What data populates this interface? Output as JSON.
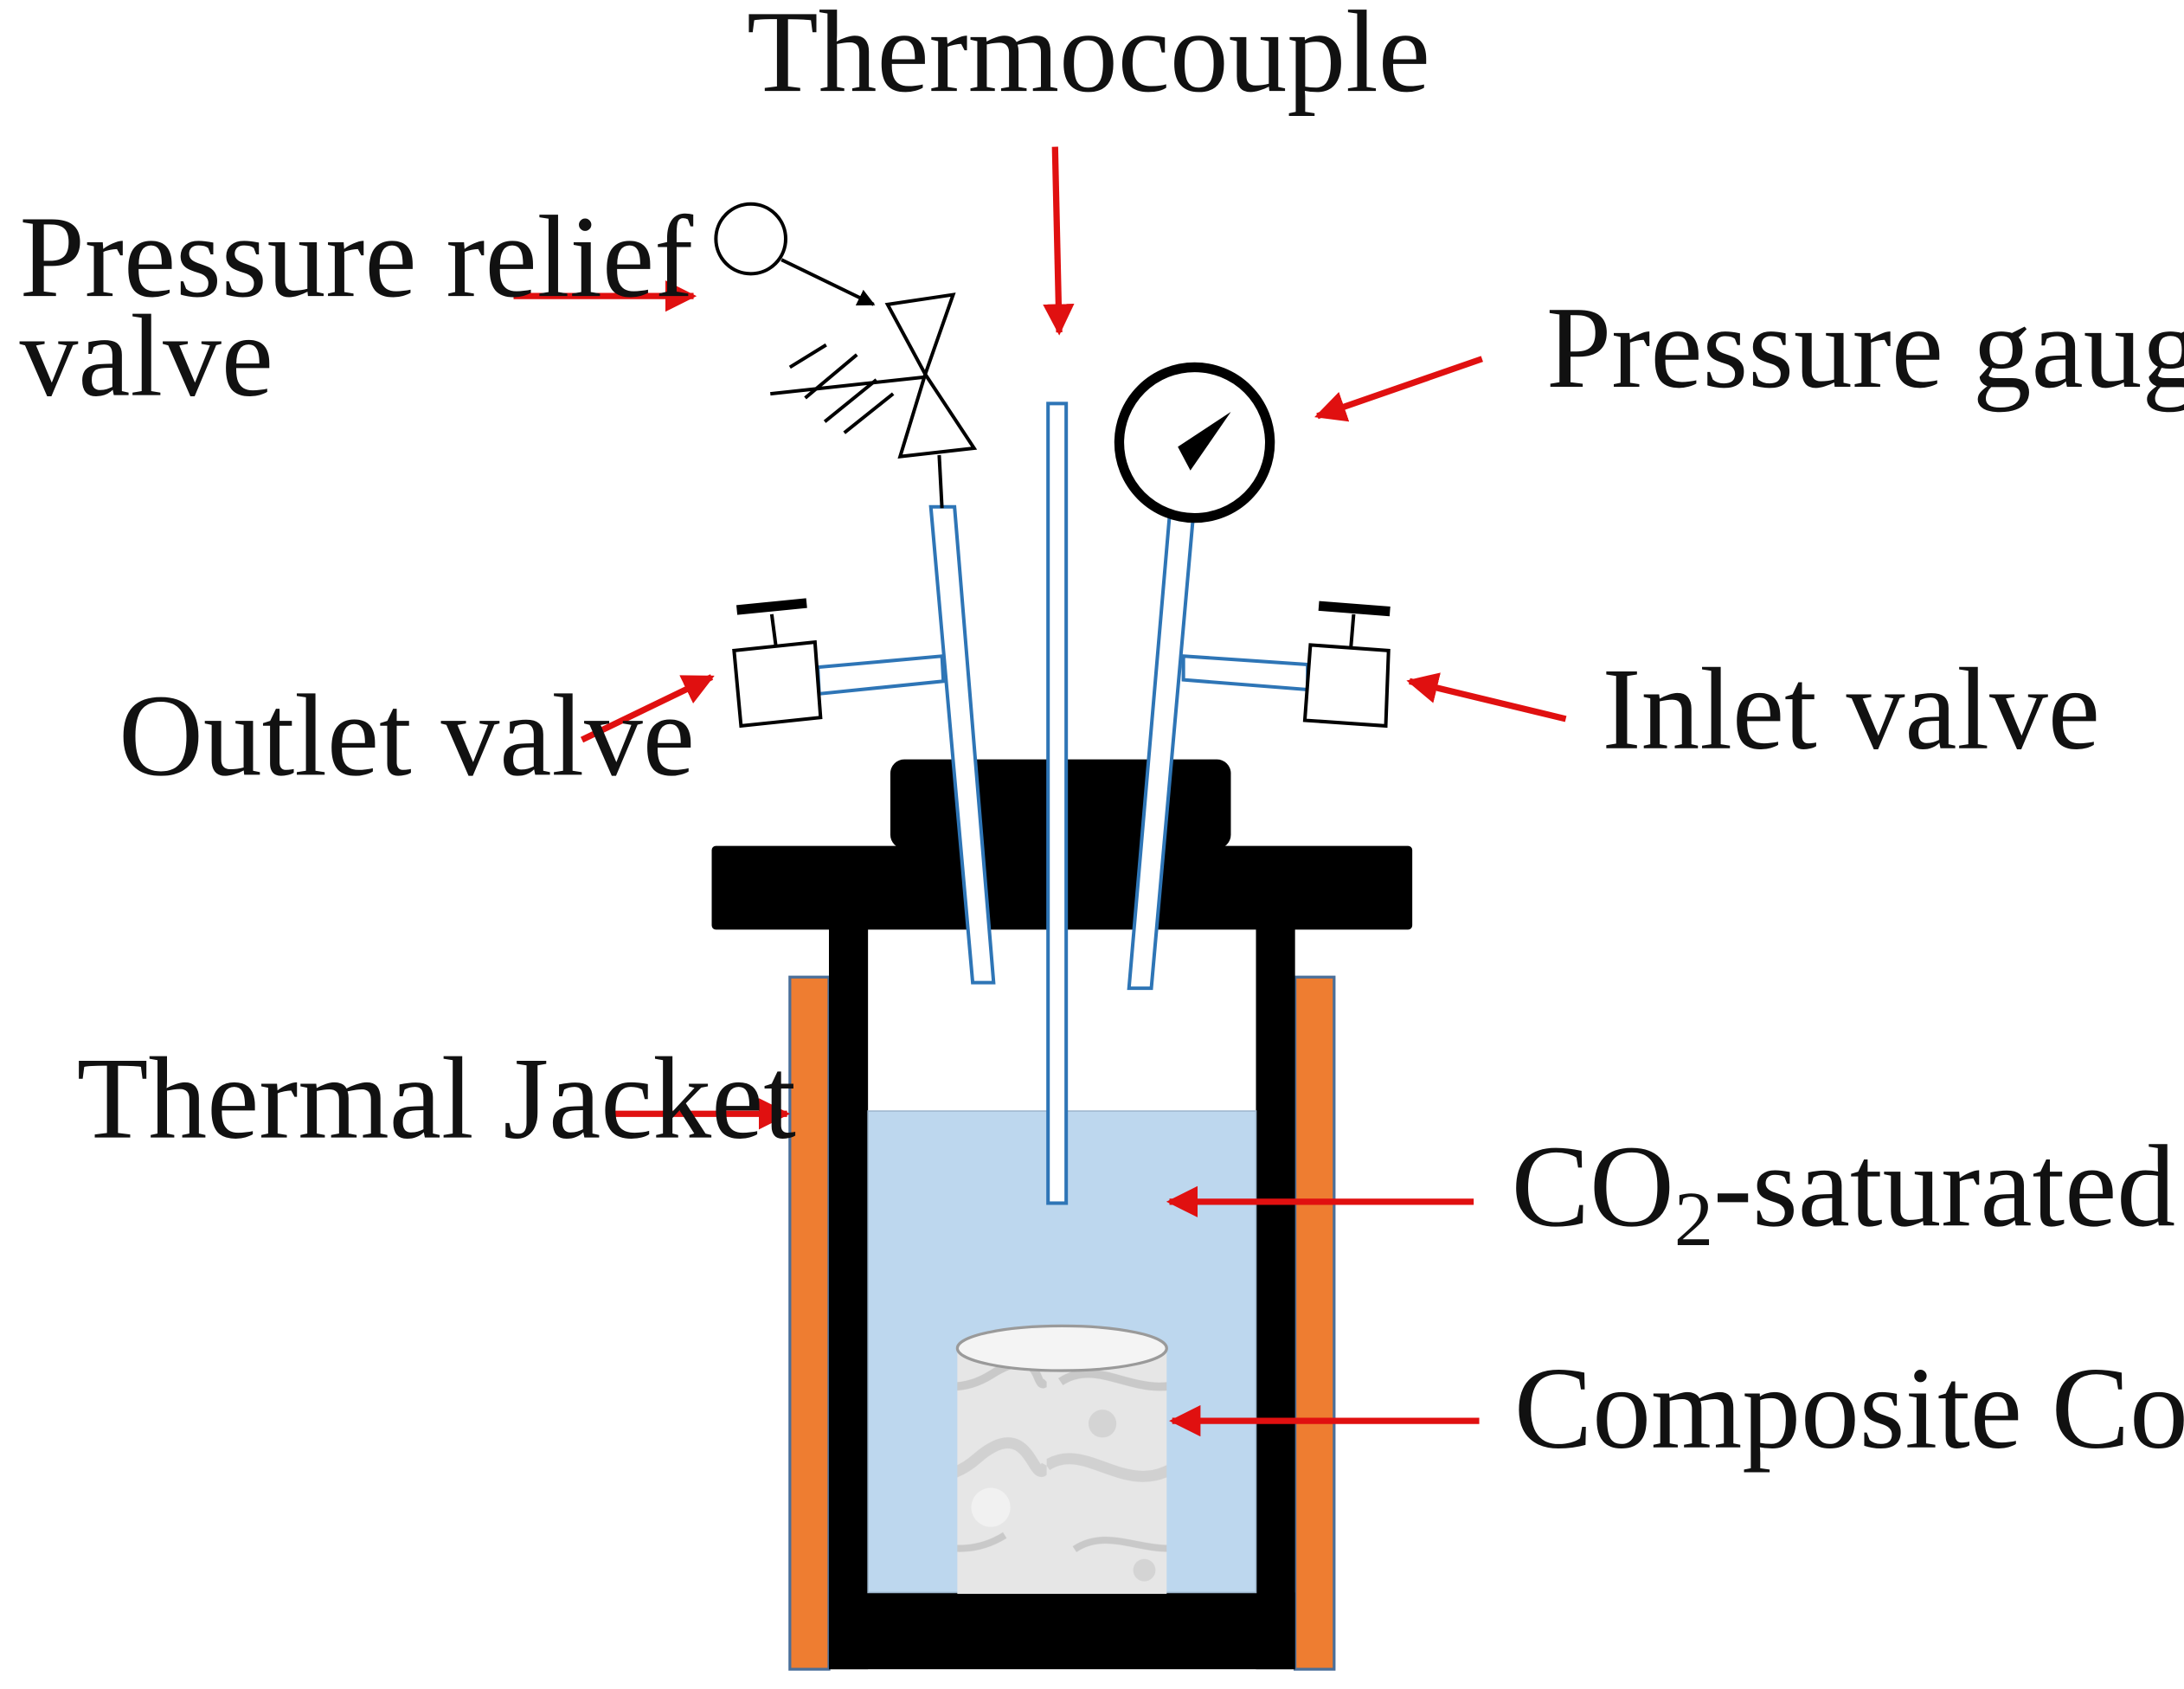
{
  "labels": {
    "thermocouple": "Thermocouple",
    "pressure_relief_line1": "Pressure relief",
    "pressure_relief_line2": "valve",
    "pressure_gauge": "Pressure gauge",
    "outlet_valve": "Outlet valve",
    "inlet_valve": "Inlet valve",
    "thermal_jacket": "Thermal Jacket",
    "brine_prefix": "CO",
    "brine_subscript": "2",
    "brine_suffix": "-saturated brine",
    "composite_core": "Composite Core"
  },
  "colors": {
    "arrow": "#e01010",
    "vessel": "#000000",
    "jacket": "#ee7d31",
    "jacket_border": "#4a6f9a",
    "brine": "#bdd7ee",
    "tube_outline": "#2e75b6",
    "tube_fill": "#ffffff",
    "core": "#e4e4e4"
  }
}
